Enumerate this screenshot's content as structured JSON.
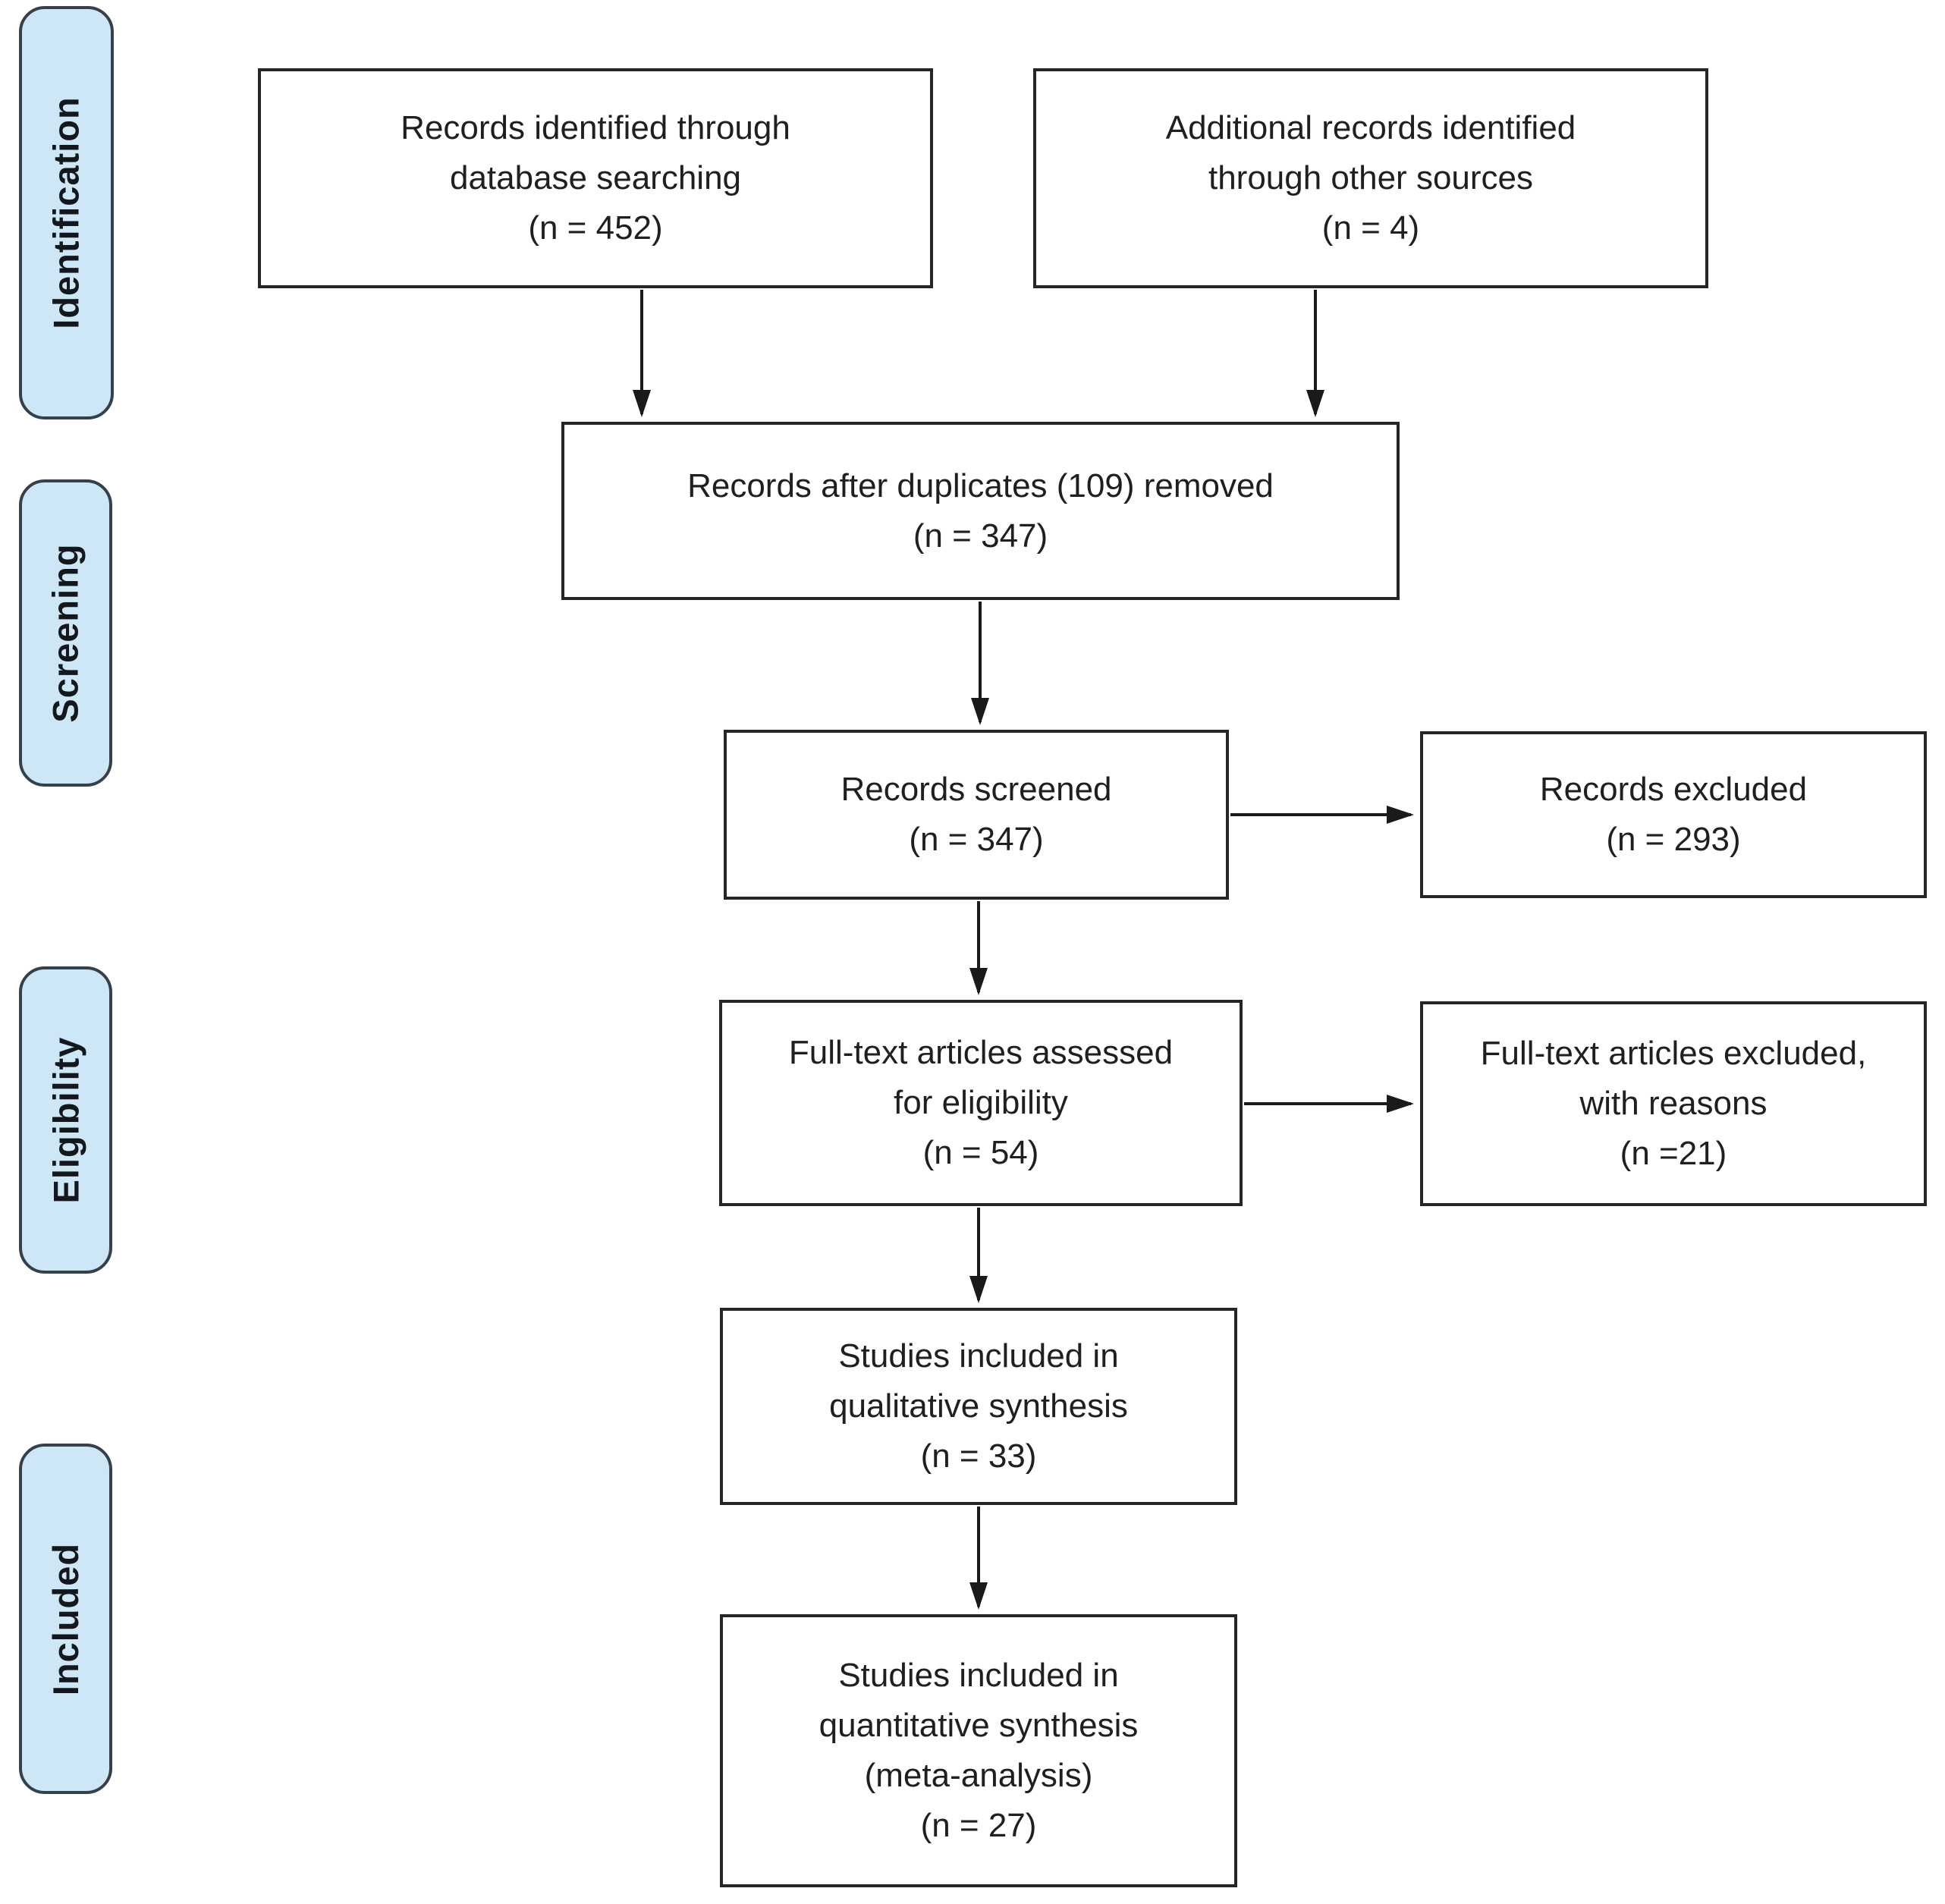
{
  "colors": {
    "stage_fill": "#cde7f7",
    "stage_border": "#36404a",
    "box_border": "#262626",
    "text": "#1f1f1f",
    "arrow": "#1a1a1a",
    "background": "#ffffff"
  },
  "stages": [
    {
      "id": "identification",
      "label": "Identification"
    },
    {
      "id": "screening",
      "label": "Screening"
    },
    {
      "id": "eligibility",
      "label": "Eligibility"
    },
    {
      "id": "included",
      "label": "Included"
    }
  ],
  "nodes": {
    "records_identified": {
      "label": "Records identified through\ndatabase searching",
      "count": "(n = 452)"
    },
    "additional_records": {
      "label": "Additional records identified\nthrough other sources",
      "count": "(n = 4)"
    },
    "after_duplicates": {
      "label": "Records after duplicates (109) removed",
      "count": "(n = 347)"
    },
    "records_screened": {
      "label": "Records screened",
      "count": "(n = 347)"
    },
    "records_excluded": {
      "label": "Records excluded",
      "count": "(n = 293)"
    },
    "fulltext_assessed": {
      "label": "Full-text articles assessed\nfor eligibility",
      "count": "(n = 54)"
    },
    "fulltext_excluded": {
      "label": "Full-text articles excluded,\nwith reasons",
      "count": "(n =21)"
    },
    "qualitative": {
      "label": "Studies included in\nqualitative synthesis",
      "count": "(n = 33)"
    },
    "quantitative": {
      "label": "Studies included in\nquantitative synthesis\n(meta-analysis)",
      "count": "(n = 27)"
    }
  }
}
